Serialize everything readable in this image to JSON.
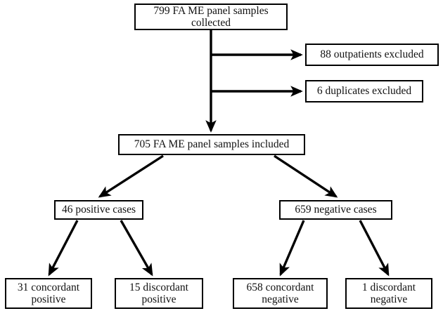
{
  "diagram": {
    "title": "FA ME panel sample selection and concordance flowchart",
    "type": "flowchart",
    "line_color": "#000000",
    "box_fill": "#ffffff",
    "text_color": "#111111",
    "nodes": {
      "total": "799 FA ME panel samples\ncollected",
      "outpatients_excluded": "88 outpatients excluded",
      "duplicates_excluded": "6 duplicates excluded",
      "included": "705 FA ME panel samples included",
      "positive_cases": "46 positive cases",
      "negative_cases": "659 negative cases",
      "concordant_positive": "31 concordant\npositive",
      "discordant_positive": "15 discordant\npositive",
      "concordant_negative": "658 concordant\nnegative",
      "discordant_negative": "1 discordant\nnegative"
    }
  },
  "chart_data": {
    "type": "flowchart",
    "title": "FA ME panel samples flow diagram",
    "nodes": [
      {
        "id": "total",
        "label": "799 FA ME panel samples collected",
        "value": 799,
        "level": 0
      },
      {
        "id": "outpatients_excluded",
        "label": "88 outpatients excluded",
        "value": 88,
        "level": 1,
        "branch": "excluded"
      },
      {
        "id": "duplicates_excluded",
        "label": "6 duplicates excluded",
        "value": 6,
        "level": 1,
        "branch": "excluded"
      },
      {
        "id": "included",
        "label": "705 FA ME panel samples included",
        "value": 705,
        "level": 2
      },
      {
        "id": "positive_cases",
        "label": "46 positive cases",
        "value": 46,
        "level": 3
      },
      {
        "id": "negative_cases",
        "label": "659 negative cases",
        "value": 659,
        "level": 3
      },
      {
        "id": "concordant_positive",
        "label": "31 concordant positive",
        "value": 31,
        "level": 4
      },
      {
        "id": "discordant_positive",
        "label": "15 discordant positive",
        "value": 15,
        "level": 4
      },
      {
        "id": "concordant_negative",
        "label": "658 concordant negative",
        "value": 658,
        "level": 4
      },
      {
        "id": "discordant_negative",
        "label": "1 discordant negative",
        "value": 1,
        "level": 4
      }
    ],
    "edges": [
      {
        "from": "total",
        "to": "outpatients_excluded"
      },
      {
        "from": "total",
        "to": "duplicates_excluded"
      },
      {
        "from": "total",
        "to": "included"
      },
      {
        "from": "included",
        "to": "positive_cases"
      },
      {
        "from": "included",
        "to": "negative_cases"
      },
      {
        "from": "positive_cases",
        "to": "concordant_positive"
      },
      {
        "from": "positive_cases",
        "to": "discordant_positive"
      },
      {
        "from": "negative_cases",
        "to": "concordant_negative"
      },
      {
        "from": "negative_cases",
        "to": "discordant_negative"
      }
    ]
  }
}
